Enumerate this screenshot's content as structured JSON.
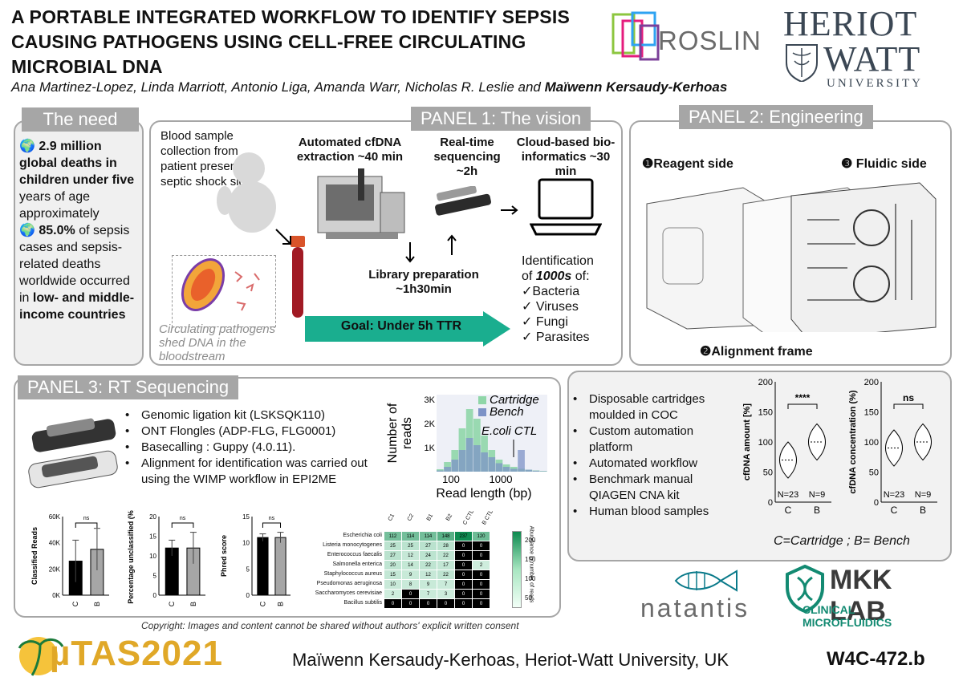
{
  "header": {
    "title": "A PORTABLE INTEGRATED WORKFLOW TO IDENTIFY SEPSIS CAUSING PATHOGENS USING CELL-FREE CIRCULATING MICROBIAL DNA",
    "authors_regular": "Ana Martinez-Lopez, Linda Marriott, Antonio Liga, Amanda Warr, Nicholas R. Leslie and ",
    "authors_bold": "Maïwenn Kersaudy-Kerhoas",
    "roslin": "ROSLIN",
    "hw_line1": "HERIOT",
    "hw_line2": "WATT",
    "hw_line3": "UNIVERSITY"
  },
  "need": {
    "title": "The need",
    "stat1_bold": "2.9 million global deaths in children under five",
    "stat1_rest": " years of age approximately",
    "stat2_bold": "85.0%",
    "stat2_mid": " of sepsis cases and sepsis-related deaths worldwide occurred in ",
    "stat2_bold2": "low- and middle-income countries"
  },
  "panel1": {
    "title": "PANEL 1: The vision",
    "blood": "Blood sample collection from patient presenting septic shock signs",
    "extraction": "Automated cfDNA extraction ~40 min",
    "sequencing": "Real-time sequencing ~2h",
    "cloud": "Cloud-based bio-informatics ~30 min",
    "library": "Library preparation ~1h30min",
    "ident_line1": "Identification",
    "ident_line2a": "of ",
    "ident_line2b": "1000s",
    "ident_line2c": " of:",
    "organisms": [
      "✓Bacteria",
      "✓ Viruses",
      "✓ Fungi",
      "✓ Parasites"
    ],
    "circulating": "Circulating pathogens shed DNA in the bloodstream",
    "goal": "Goal: Under 5h TTR"
  },
  "panel2": {
    "title": "PANEL 2: Engineering",
    "reagent": "❶Reagent side",
    "fluidic": "❸ Fluidic side",
    "alignment": "❷Alignment frame",
    "bullets": [
      "Disposable cartridges moulded in COC",
      "Custom automation platform",
      "Automated workflow",
      "Benchmark manual QIAGEN CNA kit",
      "Human blood samples"
    ],
    "legend": "C=Cartridge ; B= Bench"
  },
  "panel3": {
    "title": "PANEL 3: RT Sequencing",
    "bullets": [
      "Genomic ligation kit (LSKSQK110)",
      "ONT Flongles (ADP-FLG, FLG0001)",
      "Basecalling : Guppy (4.0.11).",
      "Alignment for identification was carried out using the WIMP workflow in EPI2ME"
    ]
  },
  "copyright": "Copyright: Images and content cannot be shared without authors' explicit written consent",
  "footer": {
    "conference": "µTAS2021",
    "presenter": "Maïwenn Kersaudy-Kerhoas, Heriot-Watt University, UK",
    "code": "W4C-472.b",
    "natantis": "natantis",
    "mkk": "MKK LAB",
    "mkk_sub": "CLINICAL MICROFLUIDICS"
  },
  "chart_data": [
    {
      "type": "bar",
      "title": "",
      "ylabel": "Classified Reads",
      "categories": [
        "C",
        "B"
      ],
      "values": [
        26000,
        35000
      ],
      "errors": [
        16000,
        16000
      ],
      "ylim": [
        0,
        60000
      ],
      "yticks": [
        "0K",
        "20K",
        "40K",
        "60K"
      ],
      "annotation": "ns",
      "colors": [
        "#000000",
        "#a6a6a6"
      ]
    },
    {
      "type": "bar",
      "ylabel": "Percentage unclassified (%)",
      "categories": [
        "C",
        "B"
      ],
      "values": [
        12,
        12
      ],
      "errors": [
        2,
        4
      ],
      "ylim": [
        0,
        20
      ],
      "yticks": [
        "0",
        "5",
        "10",
        "15",
        "20"
      ],
      "annotation": "ns",
      "colors": [
        "#000000",
        "#a6a6a6"
      ]
    },
    {
      "type": "bar",
      "ylabel": "Phred score",
      "categories": [
        "C",
        "B"
      ],
      "values": [
        11,
        11
      ],
      "errors": [
        0.7,
        1
      ],
      "ylim": [
        0,
        15
      ],
      "yticks": [
        "0",
        "5",
        "10",
        "15"
      ],
      "annotation": "ns",
      "colors": [
        "#000000",
        "#a6a6a6"
      ]
    },
    {
      "type": "histogram",
      "xlabel": "Read length (bp)",
      "ylabel": "Number of reads",
      "xticks": [
        "100",
        "1000"
      ],
      "yticks": [
        "1K",
        "2K",
        "3K"
      ],
      "legend": [
        "Cartridge",
        "Bench"
      ],
      "annotation": "E.coli CTL",
      "series": [
        {
          "name": "Cartridge",
          "values": [
            100,
            400,
            900,
            1800,
            2600,
            2200,
            1500,
            900,
            500,
            300,
            200,
            120,
            80,
            50,
            30
          ]
        },
        {
          "name": "Bench",
          "values": [
            50,
            200,
            500,
            900,
            1400,
            1100,
            800,
            600,
            350,
            200,
            120,
            900,
            80,
            40,
            20
          ]
        }
      ]
    },
    {
      "type": "heatmap",
      "columns": [
        "C1",
        "C2",
        "B1",
        "B2",
        "C CTL",
        "B CTL"
      ],
      "rows": [
        "Escherichia coli",
        "Listeria monocytogenes",
        "Enterococcus faecalis",
        "Salmonella enterica",
        "Staphylococcus aureus",
        "Pseudomonas aeruginosa",
        "Saccharomyces cerevisiae",
        "Bacillus subtilis"
      ],
      "values": [
        [
          112,
          114,
          114,
          148,
          237,
          120
        ],
        [
          25,
          25,
          27,
          28,
          0,
          0
        ],
        [
          27,
          12,
          24,
          22,
          0,
          0
        ],
        [
          20,
          14,
          22,
          17,
          0,
          2
        ],
        [
          15,
          9,
          12,
          22,
          0,
          0
        ],
        [
          10,
          8,
          9,
          7,
          0,
          0
        ],
        [
          2,
          0,
          7,
          3,
          0,
          0
        ],
        [
          0,
          0,
          0,
          0,
          0,
          0
        ]
      ],
      "colorbar_ticks": [
        "200",
        "150",
        "100",
        "50"
      ],
      "colorbar_label": "Abundance in number of reads"
    },
    {
      "type": "violin",
      "ylabel": "cfDNA amount [%]",
      "categories": [
        "C",
        "B"
      ],
      "medians": [
        70,
        100
      ],
      "ylim": [
        0,
        200
      ],
      "yticks": [
        "0",
        "50",
        "100",
        "150",
        "200"
      ],
      "annotation": "****",
      "n_labels": [
        "N=23",
        "N=9"
      ]
    },
    {
      "type": "violin",
      "ylabel": "cfDNA concentration (%)",
      "categories": [
        "C",
        "B"
      ],
      "medians": [
        90,
        100
      ],
      "ylim": [
        0,
        200
      ],
      "yticks": [
        "0",
        "50",
        "100",
        "150",
        "200"
      ],
      "annotation": "ns",
      "n_labels": [
        "N=23",
        "N=9"
      ]
    }
  ]
}
